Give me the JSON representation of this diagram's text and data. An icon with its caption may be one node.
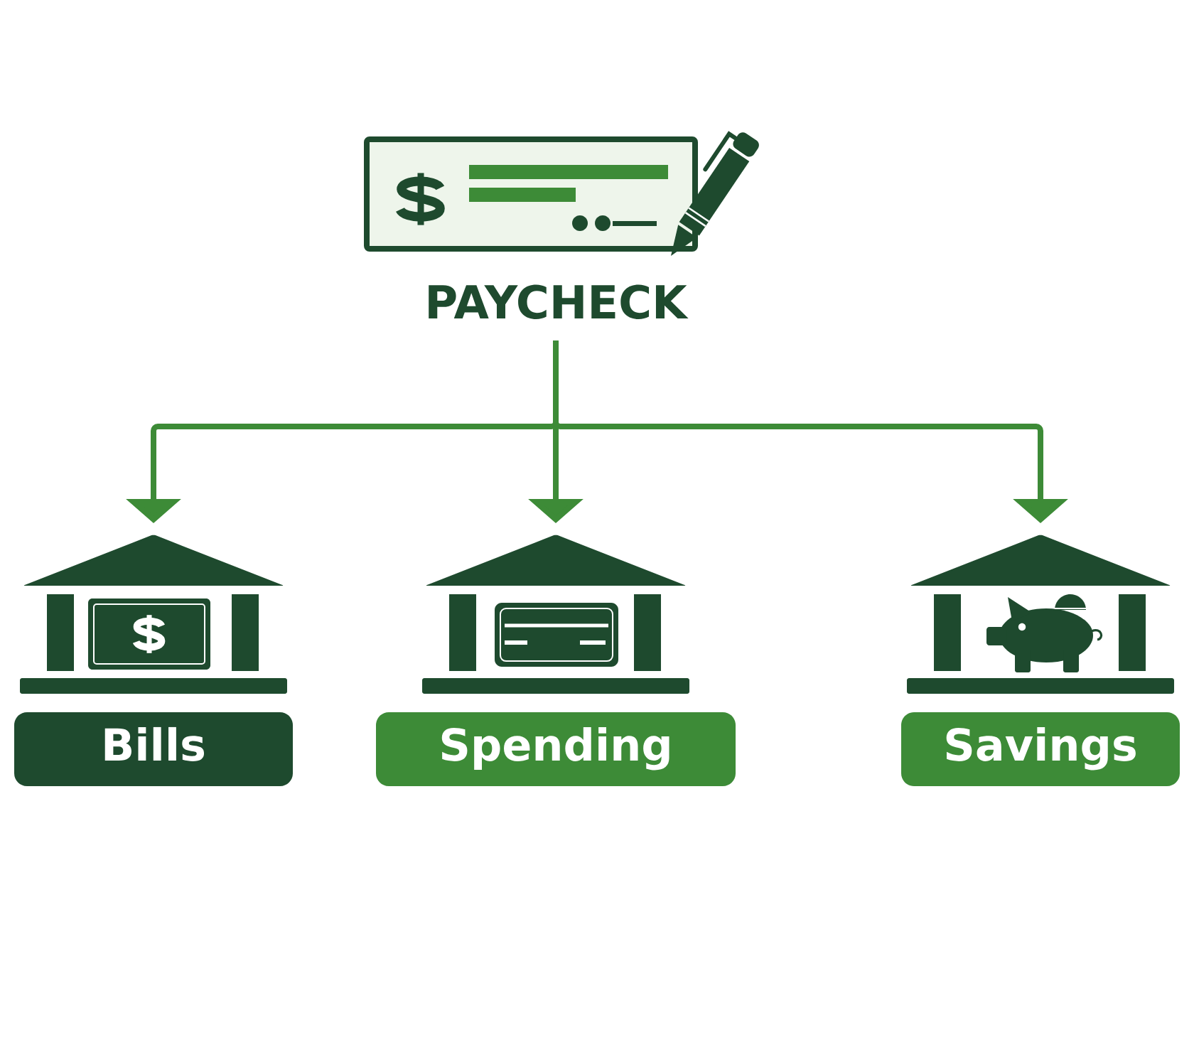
{
  "diagram": {
    "nodes": [
      {
        "text": [
          "PAYCHECK"
        ]
      },
      {
        "text": [],
        "shape": "picture"
      },
      {
        "text": [],
        "shape": "picture"
      },
      {
        "text": [],
        "shape": "picture"
      },
      {
        "text": [
          "Bills"
        ]
      },
      {
        "text": [
          "Spending"
        ]
      },
      {
        "text": [
          "Savings"
        ]
      }
    ],
    "edges": [
      {
        "from": 0,
        "to": 1,
        "arrow": "to"
      },
      {
        "from": 0,
        "to": 2,
        "arrow": "to"
      },
      {
        "from": 0,
        "to": 3,
        "arrow": "to"
      }
    ]
  }
}
